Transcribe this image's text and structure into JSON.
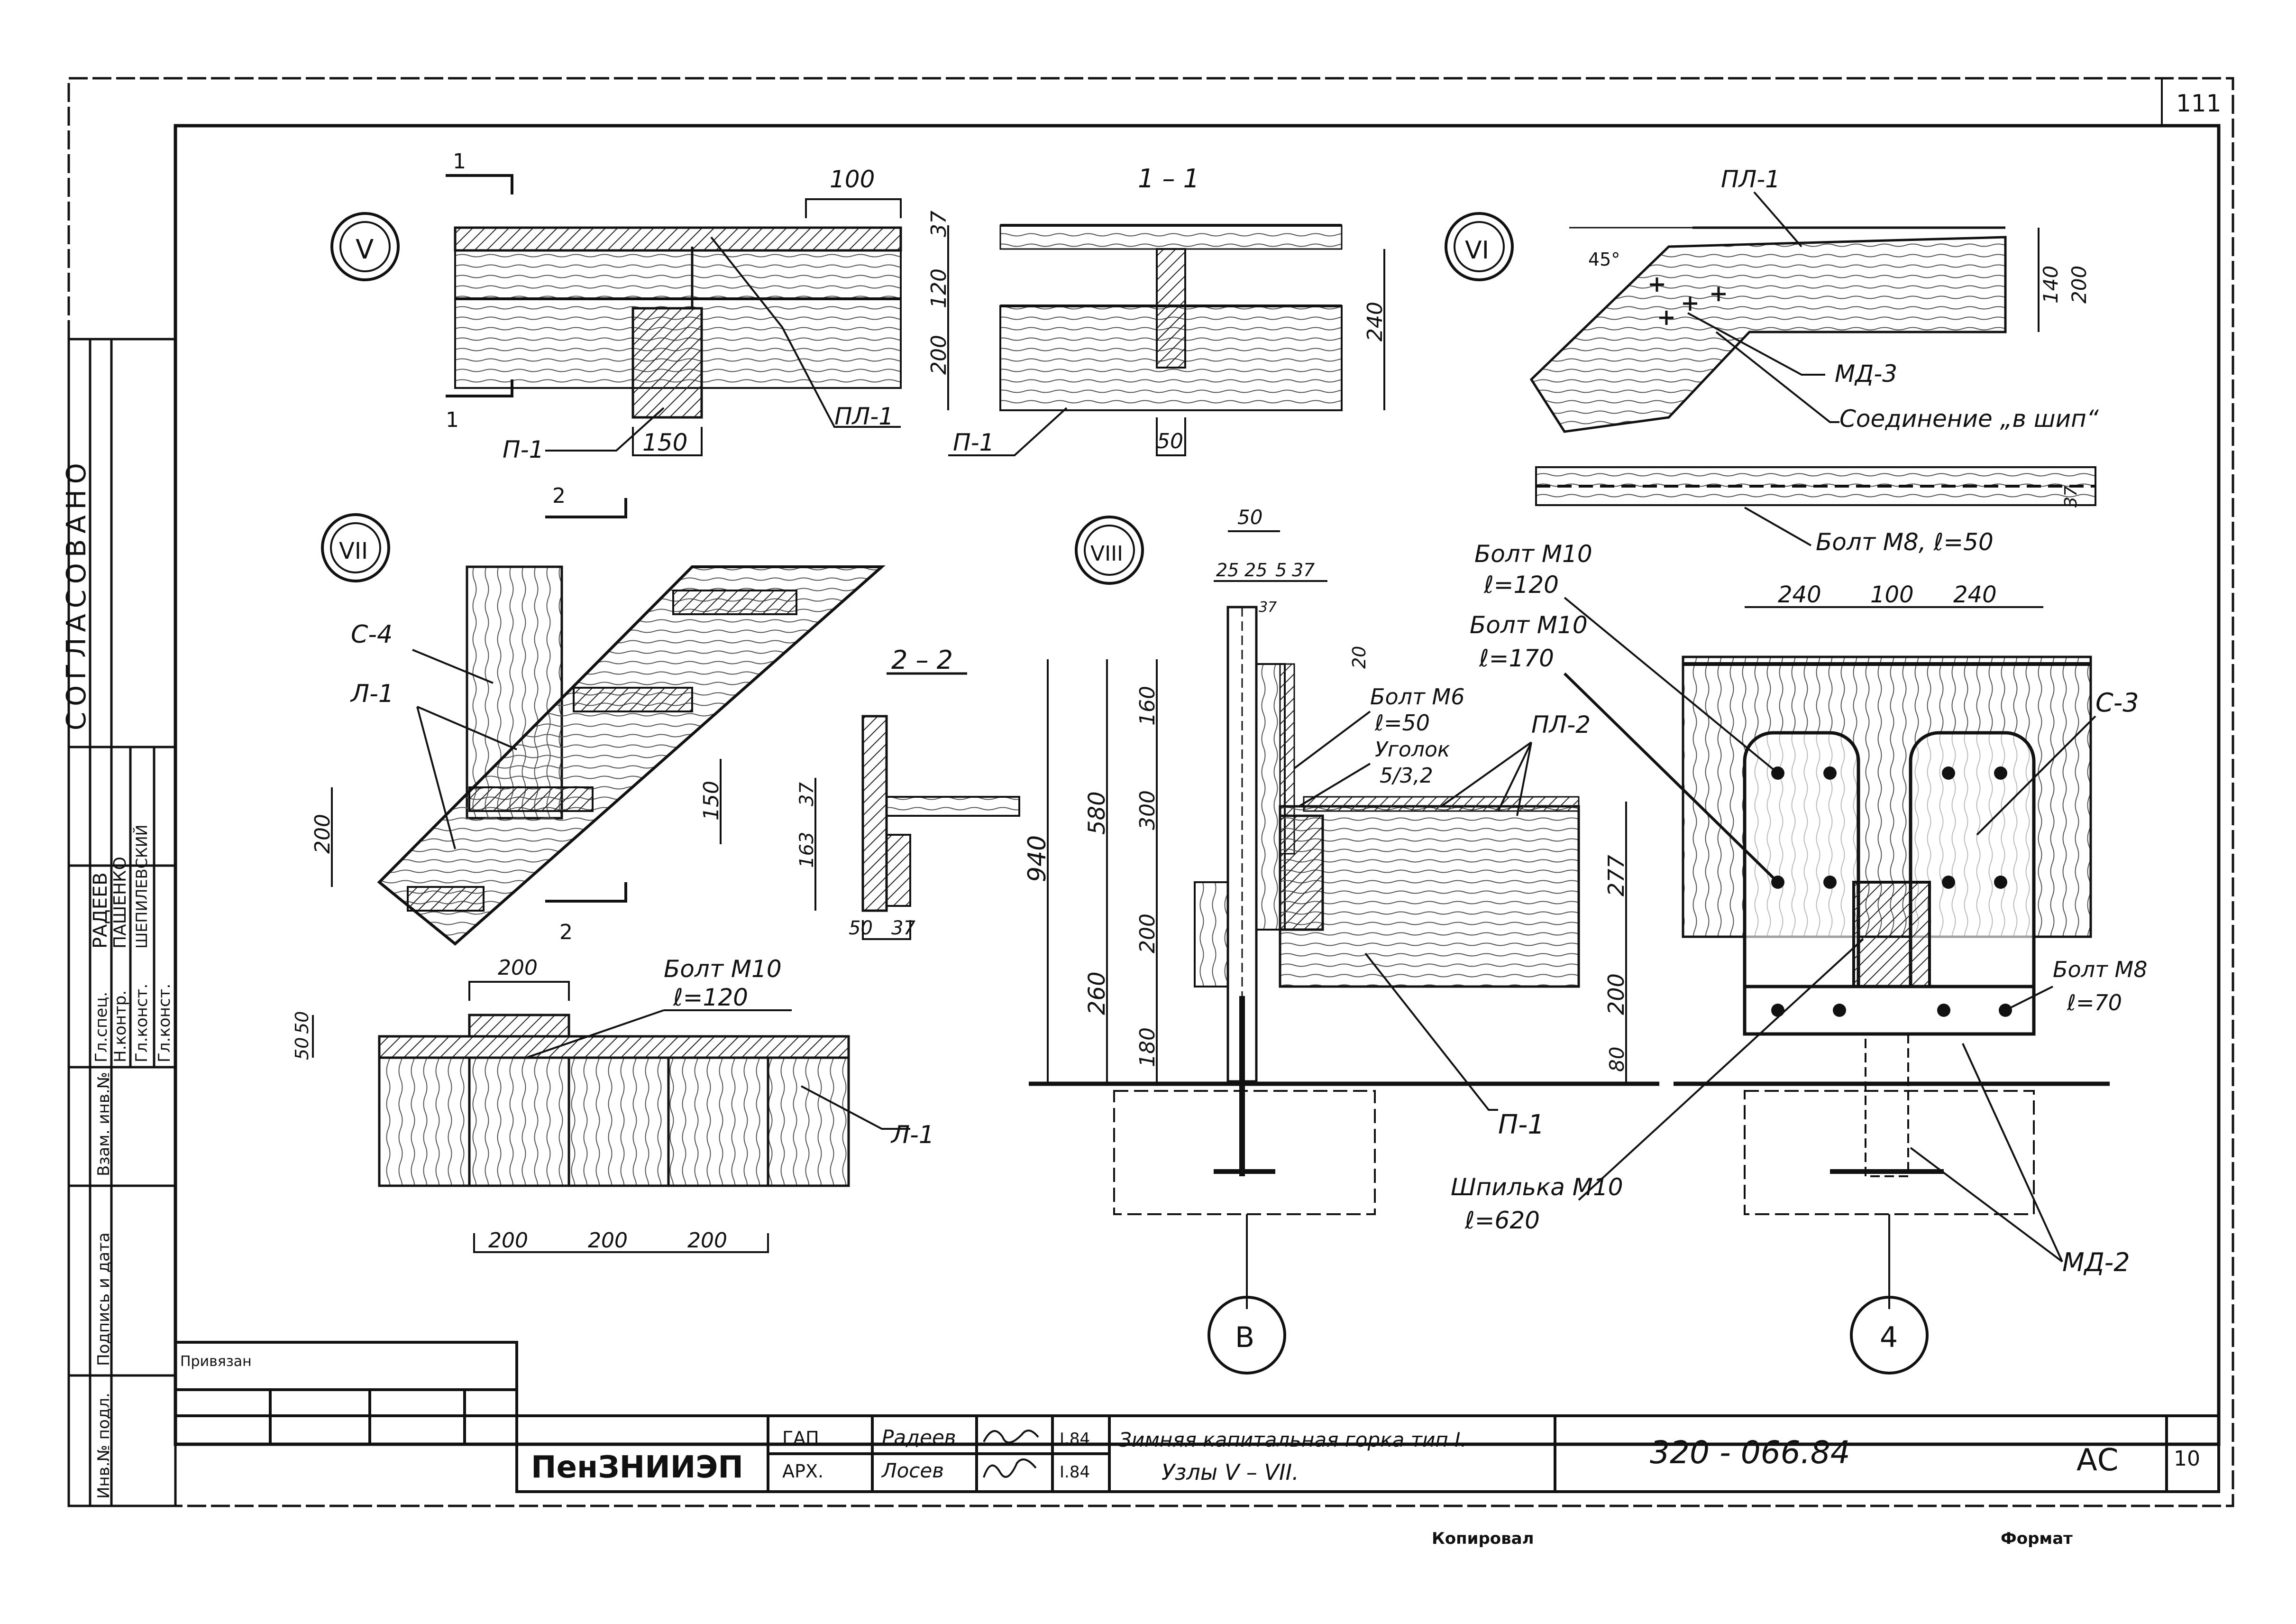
{
  "sheet": {
    "sheet_number": "111",
    "footer_left": "Копировал",
    "footer_right": "Формат"
  },
  "sidebar": {
    "approved": "СОГЛАСОВАНО",
    "roles": [
      "Гл.спец.",
      "Н.контр.",
      "Гл.конст.",
      "Гл.конст."
    ],
    "names": [
      "РАДЕЕВ",
      "ПАШЕНКО",
      "ШЕПИЛЕВСКИЙ"
    ],
    "sign_dates": [
      "",
      "",
      ""
    ],
    "stamp": [
      "Инв.№ подл.",
      "Подпись и дата",
      "Взам. инв.№"
    ]
  },
  "title_block": {
    "attached": "Привязан",
    "org": "ПенЗНИИЭП",
    "roles": [
      "ГАП",
      "АРХ."
    ],
    "names": [
      "Радеев",
      "Лосев"
    ],
    "dates": [
      "I.84",
      "I.84"
    ],
    "title_line1": "Зимняя капитальная горка тип I.",
    "title_line2": "Узлы V – VII.",
    "code": "320 - 066.84",
    "stage": "АС",
    "page": "10"
  },
  "nodes": {
    "V": {
      "marker": "V",
      "section": "1",
      "dim_top": "100",
      "dim_bottom": "150",
      "label_p1": "П-1",
      "label_pl1": "ПЛ-1"
    },
    "section_1_1": {
      "title": "1 – 1",
      "dims": [
        "37",
        "120",
        "200",
        "240",
        "50"
      ],
      "label_p1": "П-1"
    },
    "VI": {
      "marker": "VI",
      "label_pl1": "ПЛ-1",
      "angle": "45°",
      "dims": [
        "140",
        "200"
      ],
      "label_md3": "МД-3",
      "joint": "Соединение „в шип“",
      "bolt": "Болт М8, ℓ=50",
      "dim_small": "37"
    },
    "VII": {
      "marker": "VII",
      "section": "2",
      "label_c4": "С-4",
      "label_l1": "Л-1",
      "dims": [
        "200",
        "150"
      ],
      "plan_dims": [
        "200",
        "50",
        "50",
        "200",
        "200",
        "200"
      ],
      "bolt": "Болт М10",
      "bolt_len": "ℓ=120",
      "plan_label_l1": "Л-1"
    },
    "section_2_2": {
      "title": "2 – 2",
      "dims": [
        "37",
        "163",
        "50",
        "37"
      ]
    },
    "VIII": {
      "marker": "VIII",
      "top_dims": [
        "50",
        "25",
        "25",
        "5",
        "37",
        "37"
      ],
      "dim_20": "20",
      "dims_left": [
        "940",
        "580",
        "160",
        "300",
        "200",
        "260",
        "180"
      ],
      "bolt_m6": "Болт М6",
      "bolt_m6_len": "ℓ=50",
      "angle_label": "Уголок",
      "angle_size": "5/3,2",
      "label_pl2": "ПЛ-2",
      "dims_right": [
        "277",
        "200",
        "80"
      ],
      "label_p1": "П-1",
      "stud": "Шпилька М10",
      "stud_len": "ℓ=620",
      "axis": "В"
    },
    "plate": {
      "bolt1": "Болт М10",
      "bolt1_len": "ℓ=120",
      "bolt2": "Болт М10",
      "bolt2_len": "ℓ=170",
      "dims_top": [
        "240",
        "100",
        "240"
      ],
      "label_c3": "С-3",
      "bolt_m8": "Болт М8",
      "bolt_m8_len": "ℓ=70",
      "label_md2": "МД-2",
      "axis": "4"
    }
  }
}
